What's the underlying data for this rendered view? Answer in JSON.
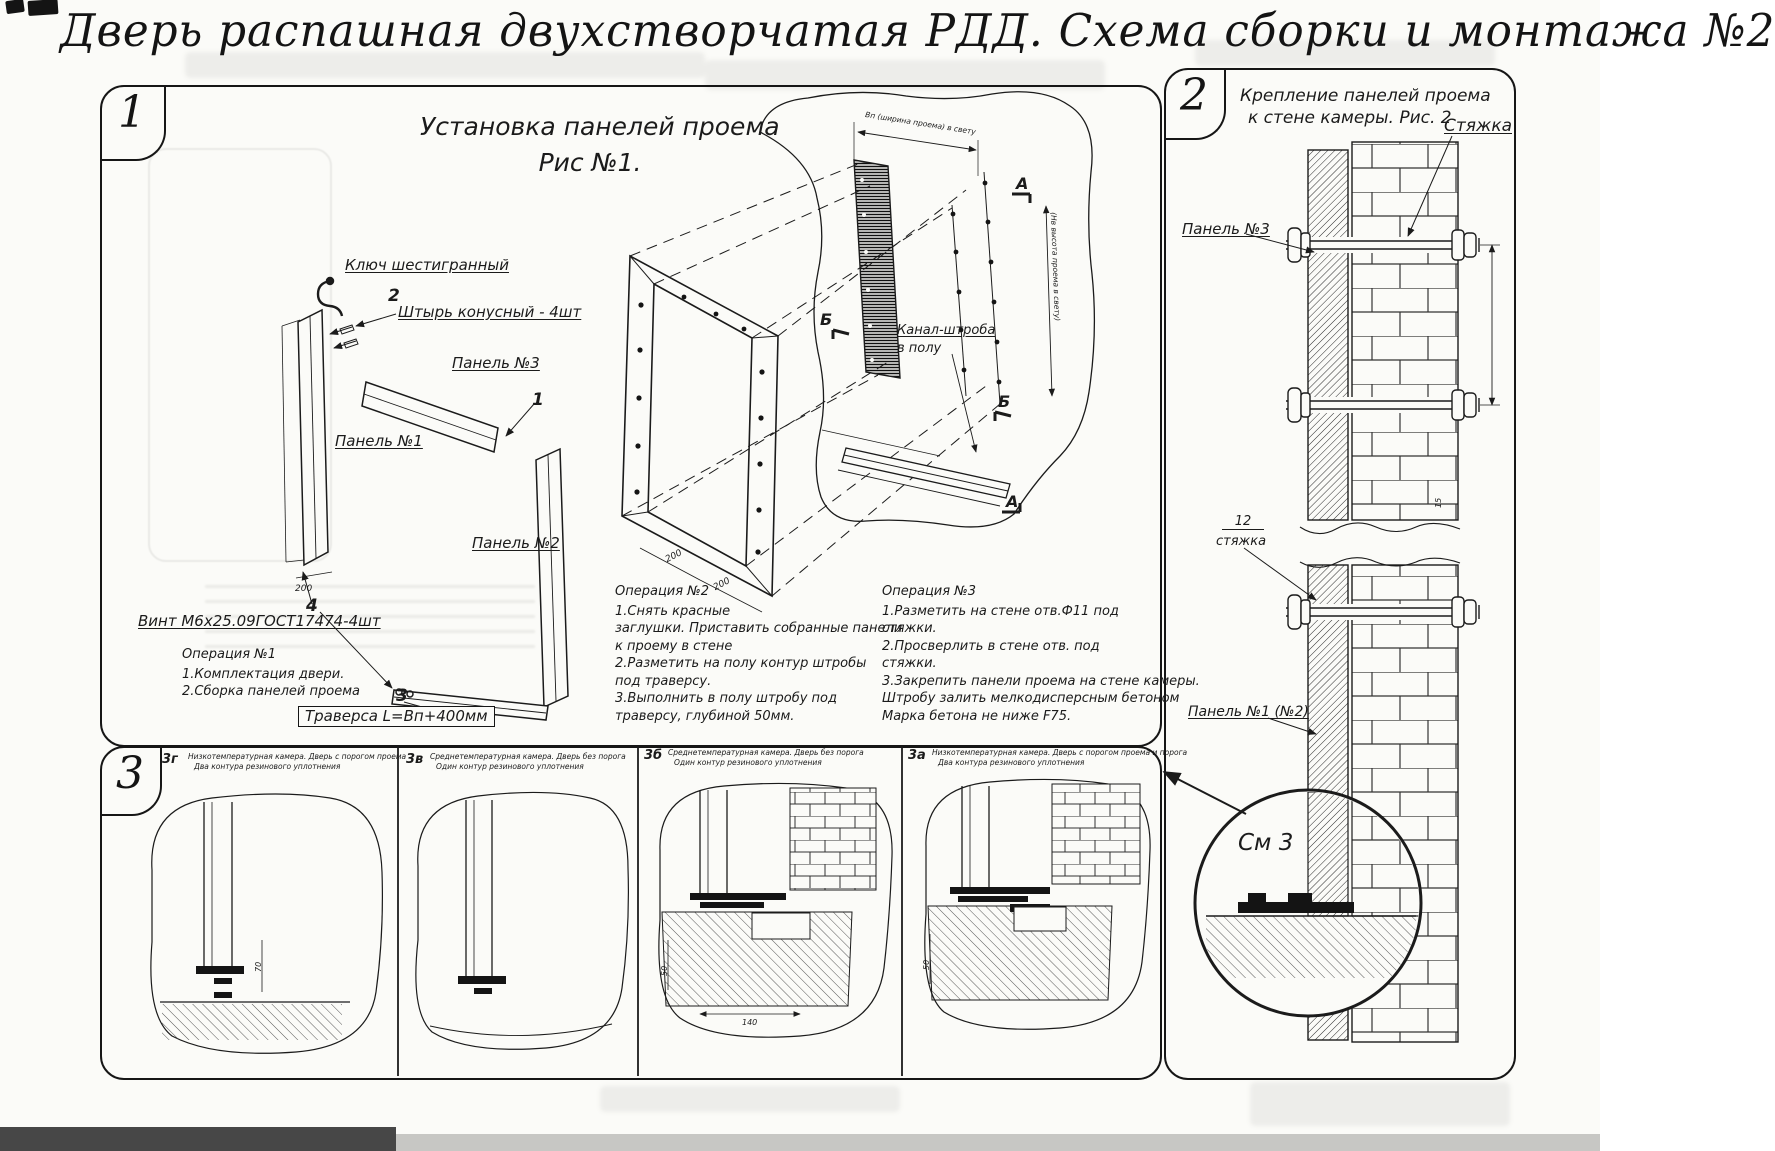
{
  "sheet": {
    "title": "Дверь распашная двухстворчатая РДД.  Схема сборки и монтажа №2"
  },
  "panel1": {
    "number": "1",
    "title_line1": "Установка панелей проема",
    "title_line2": "Рис №1.",
    "labels": {
      "hex_key": "Ключ шестигранный",
      "pin": "Штырь конусный - 4шт",
      "panel3": "Панель №3",
      "panel1": "Панель №1",
      "panel2": "Панель №2",
      "screw": "Винт М6х25.09ГОСТ17474-4шт",
      "traverse": "Траверса  L=Вп+400мм",
      "channel_line1": "Канал-штроба",
      "channel_line2": "в полу"
    },
    "callouts": {
      "c1": "1",
      "c2": "2",
      "c3": "3",
      "c4": "4"
    },
    "sections": {
      "a": "А",
      "b": "Б"
    },
    "dims": {
      "d200a": "200",
      "d200b": "200",
      "d200c": "200",
      "width_top": "Вп (ширина проема) в свету",
      "height_right": "(Нв высота проема в свету)"
    },
    "op1": {
      "title": "Операция №1",
      "lines": [
        "1.Комплектация двери.",
        "2.Сборка панелей проема"
      ]
    },
    "op2": {
      "title": "Операция №2",
      "lines": [
        "1.Снять красные",
        "заглушки. Приставить собранные панели",
        "к проему в стене",
        "2.Разметить на полу контур штробы",
        "под траверсу.",
        "3.Выполнить в полу штробу под",
        "траверсу, глубиной 50мм."
      ]
    },
    "op3": {
      "title": "Операция №3",
      "lines": [
        "1.Разметить на стене отв.Ф11 под",
        "стяжки.",
        "2.Просверлить в стене отв.  под",
        "стяжки.",
        "3.Закрепить панели проема на стене камеры.",
        "Штробу залить мелкодисперсным бетоном",
        "Марка бетона не ниже   F75."
      ]
    }
  },
  "panel2": {
    "number": "2",
    "title_line1": "Крепление панелей проема",
    "title_line2": "к стене камеры. Рис. 2",
    "labels": {
      "tie_top": "Стяжка",
      "panel3": "Панель №3",
      "tie_num": "12",
      "tie_word": "стяжка",
      "panel12": "Панель №1 (№2)",
      "see3": "См 3"
    },
    "dims": {
      "d15": "15"
    }
  },
  "panel3": {
    "number": "3",
    "sections": [
      {
        "id": "3г",
        "cap1": "Низкотемпературная камера. Дверь с порогом проема",
        "cap2": "Два контура резинового уплотнения"
      },
      {
        "id": "3в",
        "cap1": "Среднетемпературная камера. Дверь без порога",
        "cap2": "Один контур резинового уплотнения"
      },
      {
        "id": "3б",
        "cap1": "Среднетемпературная камера. Дверь без порога",
        "cap2": "Один контур резинового уплотнения"
      },
      {
        "id": "3а",
        "cap1": "Низкотемпературная камера. Дверь с порогом проема и порога",
        "cap2": "Два контура резинового уплотнения"
      }
    ],
    "dims": {
      "d70": "70",
      "d50a": "50",
      "d140": "140",
      "d50b": "50"
    }
  }
}
